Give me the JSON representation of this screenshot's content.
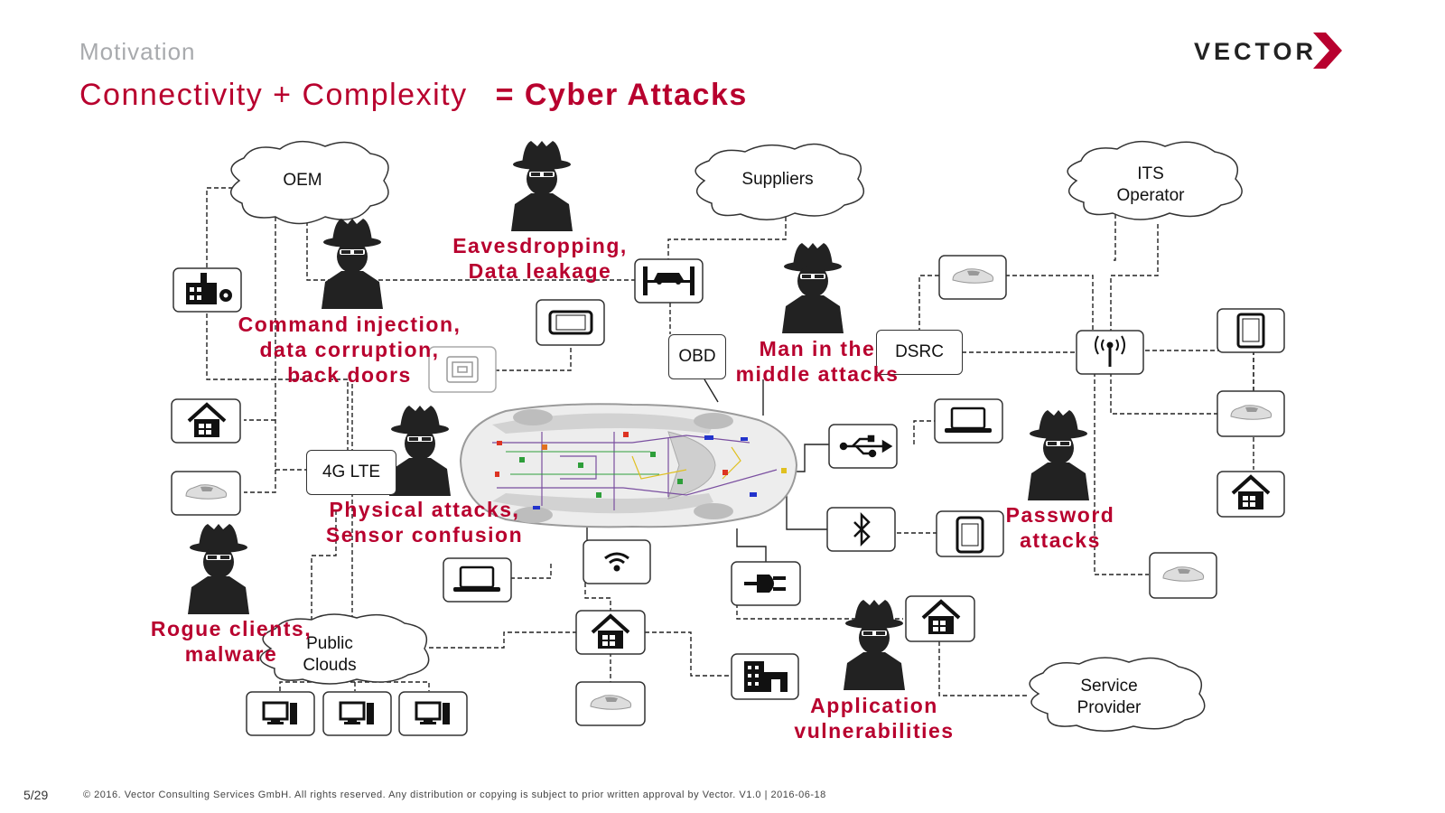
{
  "header": {
    "section": "Motivation",
    "title_left": "Connectivity + Complexity",
    "title_right": "= Cyber Attacks",
    "logo": "VECTOR"
  },
  "clouds": {
    "oem": "OEM",
    "suppliers": "Suppliers",
    "its_line1": "ITS",
    "its_line2": "Operator",
    "public_line1": "Public",
    "public_line2": "Clouds",
    "service_line1": "Service",
    "service_line2": "Provider"
  },
  "labels": {
    "lte": "4G LTE",
    "obd": "OBD",
    "dsrc": "DSRC"
  },
  "attacks": {
    "eavesdropping_1": "Eavesdropping,",
    "eavesdropping_2": "Data leakage",
    "command_1": "Command injection,",
    "command_2": "data corruption,",
    "command_3": "back doors",
    "mitm_1": "Man in the",
    "mitm_2": "middle attacks",
    "physical_1": "Physical attacks,",
    "physical_2": "Sensor confusion",
    "password_1": "Password",
    "password_2": "attacks",
    "rogue_1": "Rogue clients,",
    "rogue_2": "malware",
    "app_1": "Application",
    "app_2": "vulnerabilities"
  },
  "icons": [
    "factory-icon",
    "house-icon",
    "car-icon",
    "smartphone-icon",
    "rfid-chip-icon",
    "car-lift-icon",
    "laptop-icon",
    "usb-icon",
    "bluetooth-icon",
    "wifi-icon",
    "plug-icon",
    "building-icon",
    "desktop-icon",
    "radio-tower-icon",
    "tablet-icon",
    "hacker-icon"
  ],
  "colors": {
    "accent": "#b8002e",
    "text": "#111111",
    "muted": "#a8aaad"
  },
  "footer": {
    "page": "5/29",
    "copyright": "© 2016. Vector Consulting Services GmbH. All rights reserved. Any distribution or copying is subject to prior written approval by Vector. V1.0 | 2016-06-18"
  }
}
